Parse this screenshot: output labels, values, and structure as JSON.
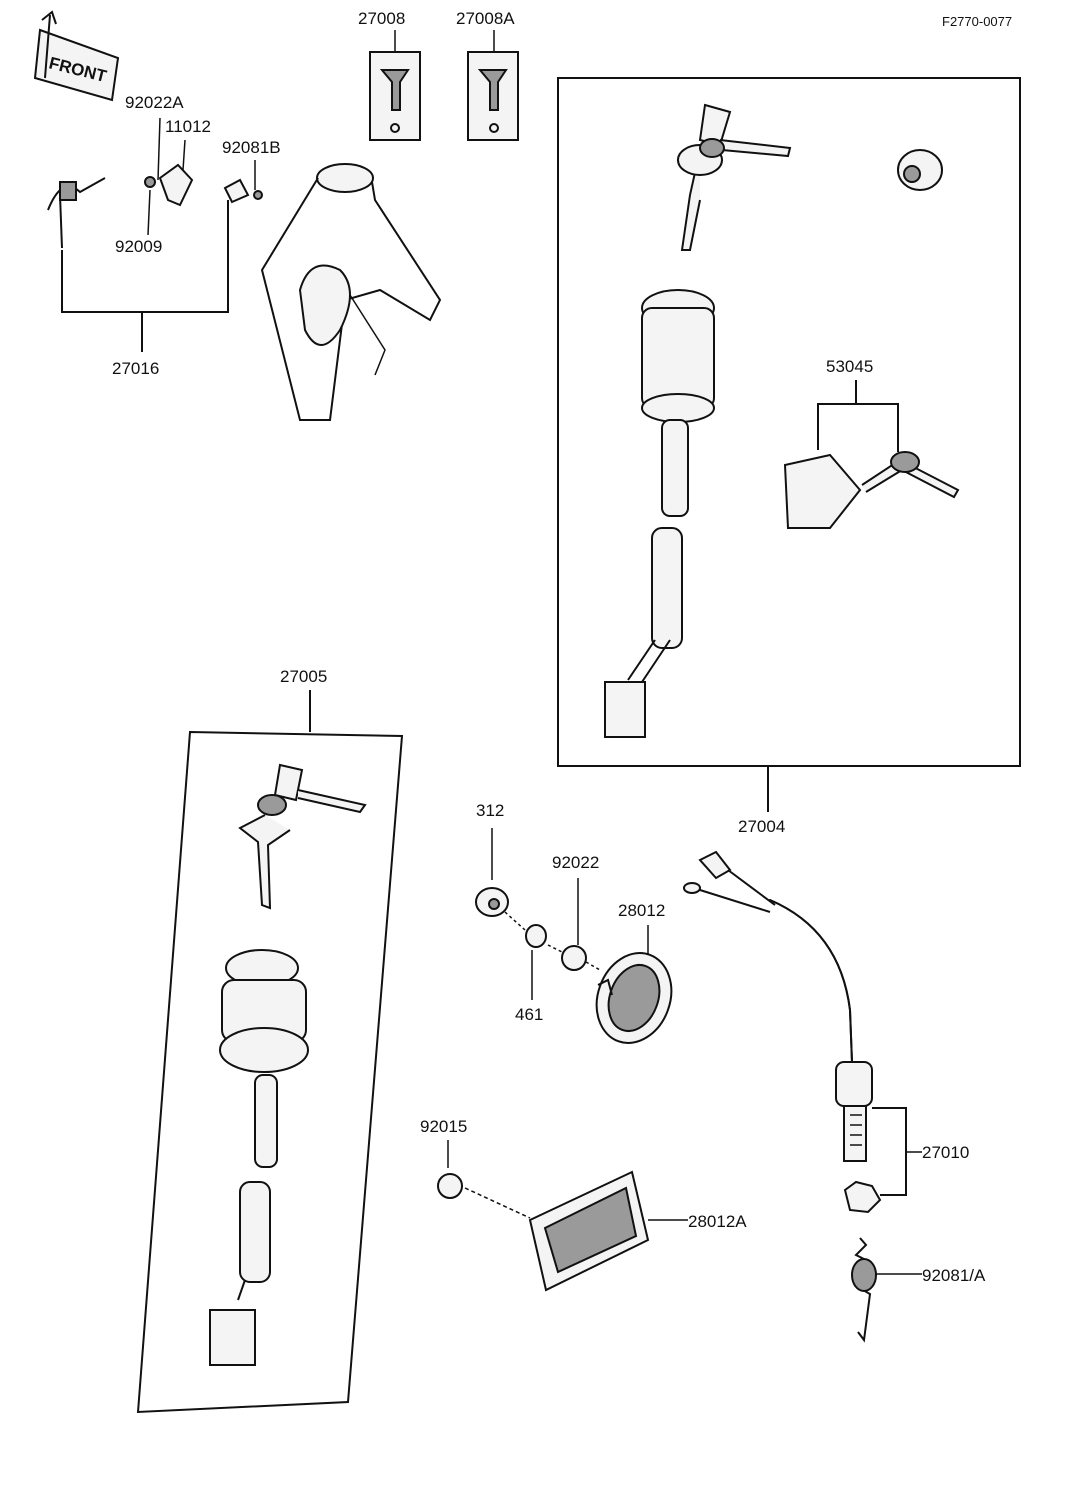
{
  "figure_id": "F2770-0077",
  "front_label": "FRONT",
  "labels": {
    "p27008": "27008",
    "p27008A": "27008A",
    "p92022A": "92022A",
    "p11012": "11012",
    "p92081B": "92081B",
    "p92009": "92009",
    "p27016": "27016",
    "p53045": "53045",
    "p27005": "27005",
    "p27004": "27004",
    "p312": "312",
    "p92022": "92022",
    "p28012": "28012",
    "p461": "461",
    "p92015": "92015",
    "p28012A": "28012A",
    "p27010": "27010",
    "p92081A": "92081/A"
  },
  "colors": {
    "ink": "#111111",
    "paper": "#ffffff"
  }
}
